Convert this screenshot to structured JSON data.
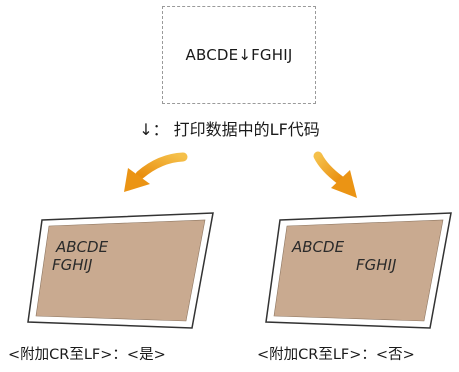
{
  "example_box": {
    "text": "ABCDE↓FGHIJ"
  },
  "legend": {
    "text": "↓： 打印数据中的LF代码"
  },
  "left_paper": {
    "line1": "ABCDE",
    "line2": "FGHIJ",
    "caption": "<附加CR至LF>：<是>"
  },
  "right_paper": {
    "line1": "ABCDE",
    "line2": "FGHIJ",
    "caption": "<附加CR至LF>：<否>"
  },
  "colors": {
    "arrow": "#f0a020",
    "paper_fill": "#c9aa90",
    "paper_border": "#333333",
    "box_border": "#9a9a9a"
  }
}
